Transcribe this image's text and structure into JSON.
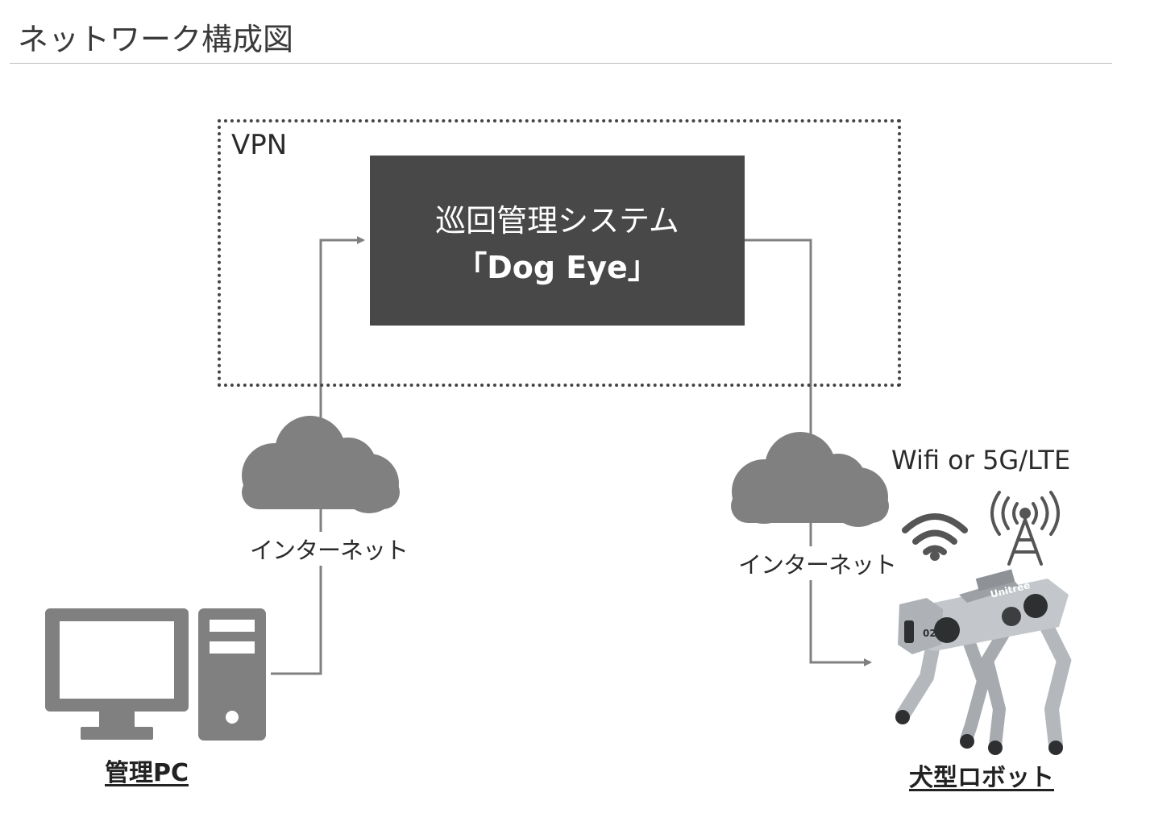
{
  "title": "ネットワーク構成図",
  "vpn": {
    "label": "VPN"
  },
  "system": {
    "line1": "巡回管理システム",
    "line2": "「Dog Eye」"
  },
  "clouds": {
    "left_label": "インターネット",
    "right_label": "インターネット"
  },
  "wireless": {
    "label": "Wifi or 5G/LTE"
  },
  "devices": {
    "pc_label": "管理PC",
    "robot_label": "犬型ロボット",
    "robot_brand": "Unitree",
    "robot_number": "02"
  },
  "colors": {
    "line": "#808080",
    "cloud": "#808080",
    "system_box": "#484848",
    "icon": "#808080",
    "robot_body": "#b4b8bd",
    "robot_dark": "#2e2f31"
  },
  "icons": [
    "cloud-icon",
    "computer-icon",
    "wifi-icon",
    "antenna-icon",
    "robot-dog-icon"
  ]
}
